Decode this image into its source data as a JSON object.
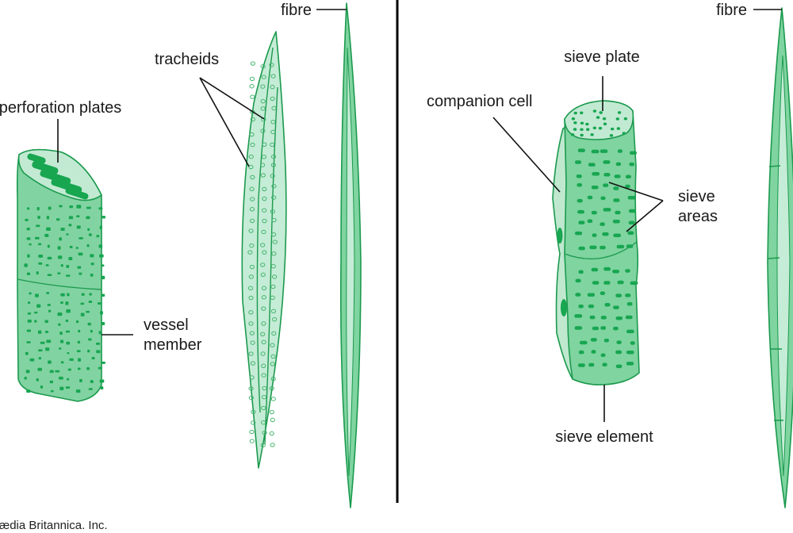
{
  "labels": {
    "fibre_left": "fibre",
    "tracheids": "tracheids",
    "perforation_plates": "perforation plates",
    "vessel_member_1": "vessel",
    "vessel_member_2": "member",
    "fibre_right": "fibre",
    "sieve_plate": "sieve plate",
    "companion_cell": "companion cell",
    "sieve_areas_1": "sieve",
    "sieve_areas_2": "areas",
    "sieve_element": "sieve element"
  },
  "credit": "Encyclopædia Britannica, Inc.",
  "colors": {
    "cell_fill": "#7fd4a0",
    "cell_fill_light": "#bfe8cf",
    "cell_outline": "#1c9a4e",
    "pit": "#18a651",
    "divider": "#000000"
  }
}
